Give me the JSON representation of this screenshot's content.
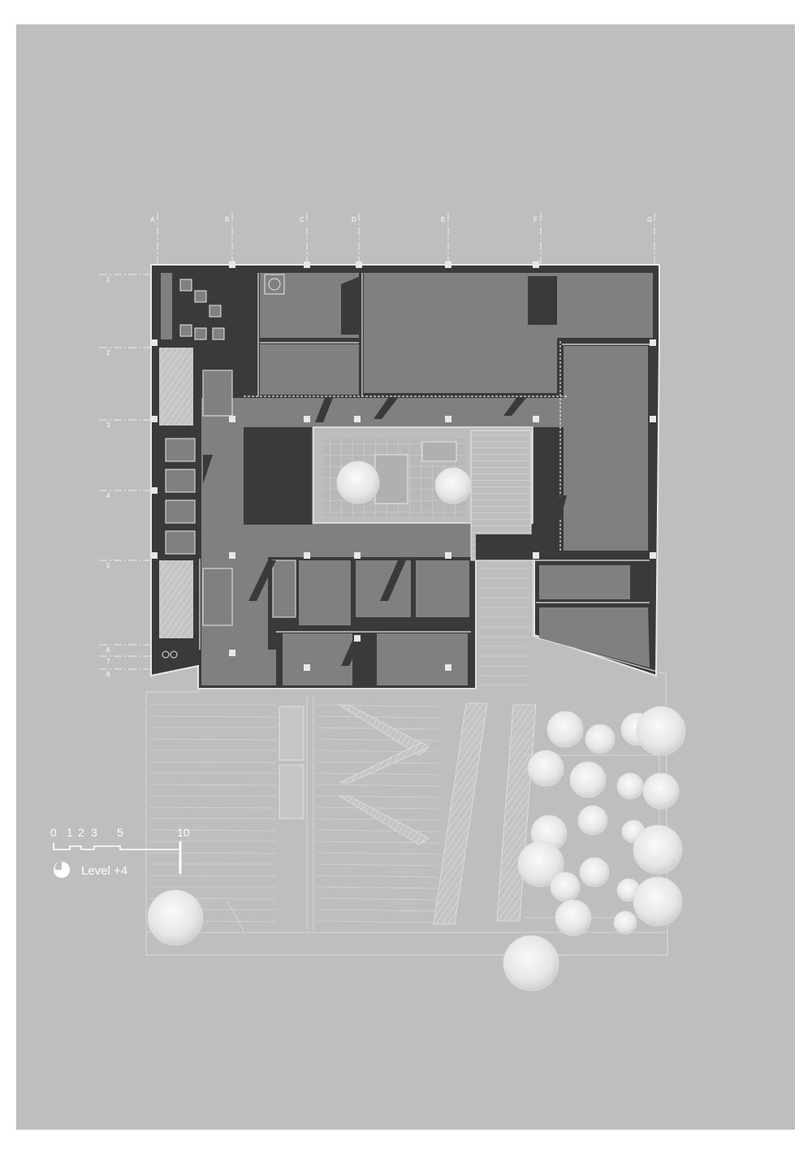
{
  "drawing": {
    "column_grid": [
      "A",
      "B",
      "C",
      "D",
      "E",
      "F",
      "G"
    ],
    "row_grid": [
      "1",
      "2",
      "3",
      "4",
      "5",
      "6",
      "7",
      "8"
    ]
  },
  "scale_bar": {
    "ticks": [
      "0",
      "1",
      "2",
      "3",
      "5",
      "10"
    ]
  },
  "level_label": "Level +4",
  "colors": {
    "paper": "#bebebe",
    "wall": "#3a3a3a",
    "room": "#808080",
    "line": "#e8e8e8",
    "tree": "#f0f0f0"
  }
}
